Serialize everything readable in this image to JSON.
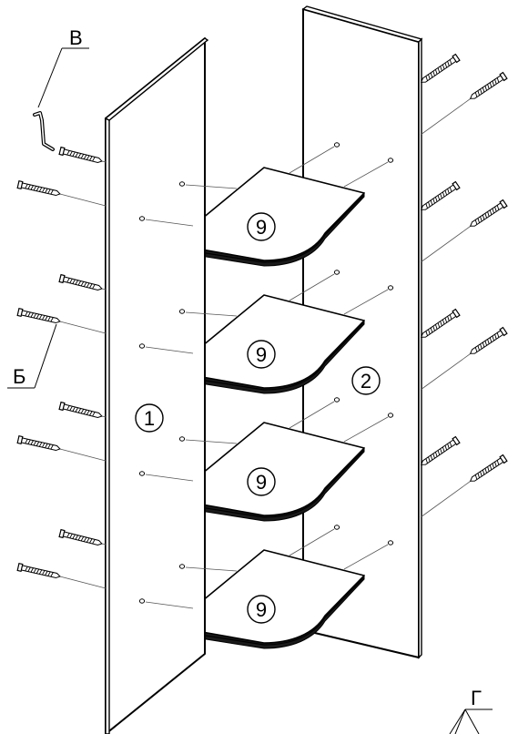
{
  "labels": {
    "key_label": "В",
    "screw_label": "Б",
    "bottom_label": "Г"
  },
  "callouts": {
    "left_panel": "1",
    "right_panel": "2",
    "shelf": "9"
  }
}
